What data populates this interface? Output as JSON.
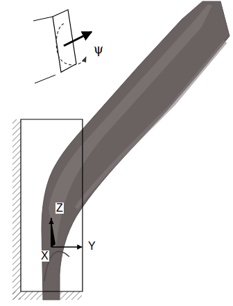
{
  "diagram": {
    "labels": [
      "ψ",
      "Z",
      "Y",
      "X"
    ]
  }
}
